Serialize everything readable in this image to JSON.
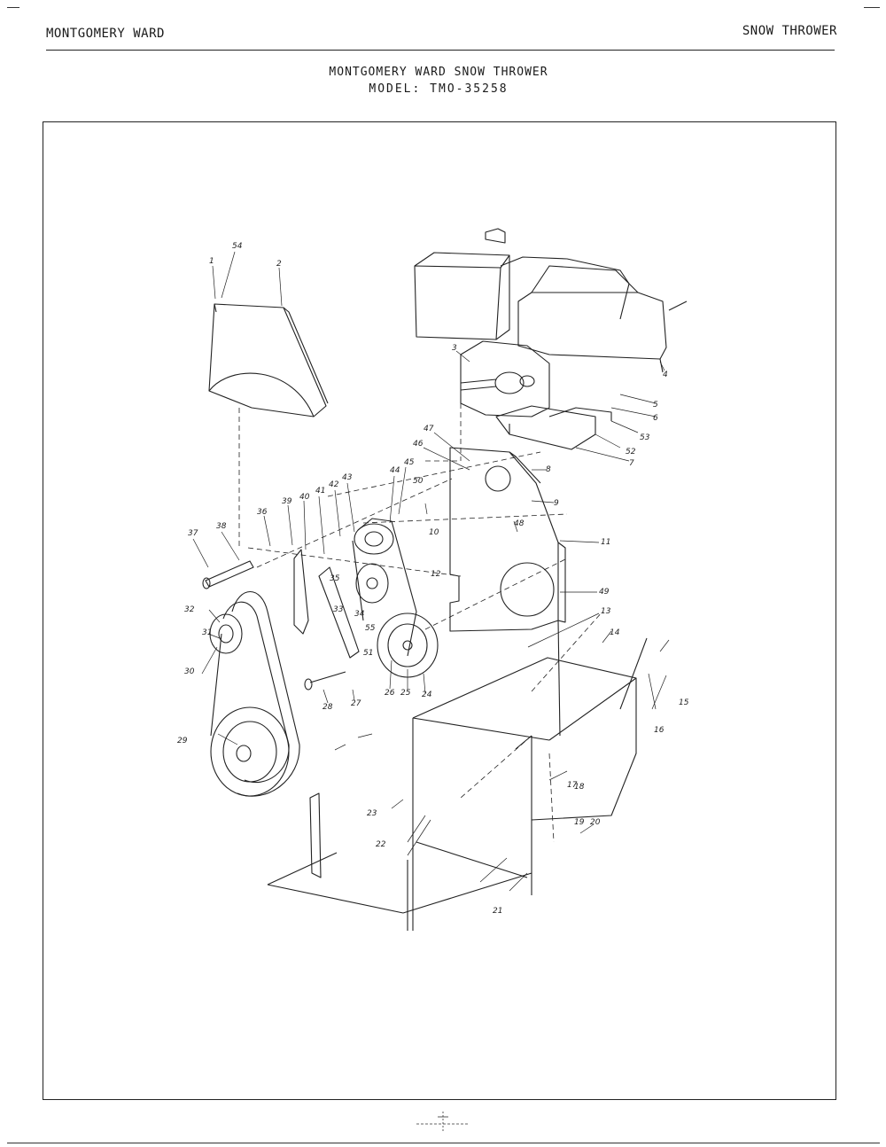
{
  "header": {
    "left_text": "MONTGOMERY WARD",
    "right_text": "SNOW THROWER"
  },
  "title": {
    "line1": "MONTGOMERY WARD SNOW THROWER",
    "line2": "MODEL: TMO-35258"
  },
  "callouts": [
    "54",
    "1",
    "2",
    "3",
    "4",
    "5",
    "6",
    "53",
    "52",
    "7",
    "47",
    "46",
    "45",
    "44",
    "43",
    "42",
    "41",
    "40",
    "39",
    "36",
    "38",
    "37",
    "50",
    "8",
    "9",
    "10",
    "48",
    "11",
    "12",
    "49",
    "35",
    "34",
    "33",
    "32",
    "31",
    "30",
    "29",
    "28",
    "27",
    "26",
    "25",
    "24",
    "51",
    "55",
    "13",
    "14",
    "15",
    "16",
    "17",
    "18",
    "19",
    "20",
    "21",
    "22",
    "23"
  ]
}
